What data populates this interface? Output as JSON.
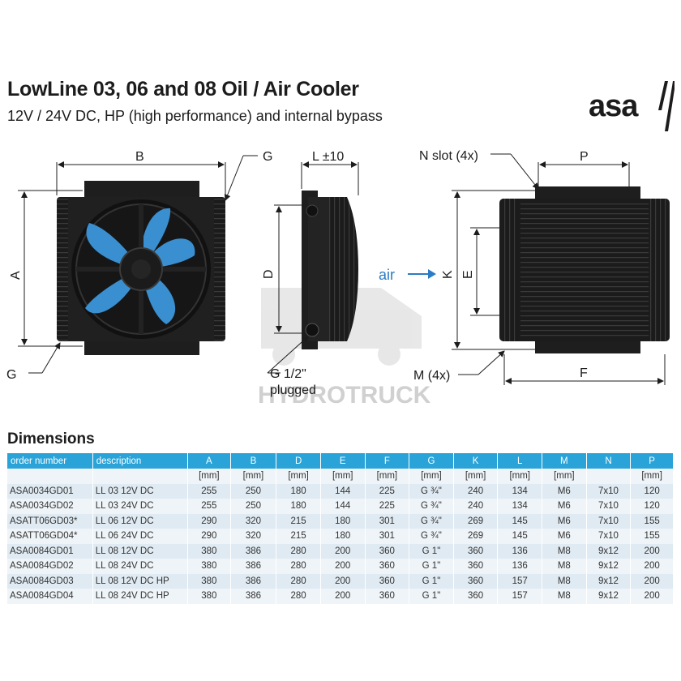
{
  "header": {
    "title": "LowLine 03, 06 and 08 Oil / Air Cooler",
    "subtitle": "12V / 24V DC, HP (high performance) and internal bypass",
    "logo_text": "asa"
  },
  "diagram": {
    "labels": {
      "B": "B",
      "G_top": "G",
      "L": "L ±10",
      "N_slot": "N slot (4x)",
      "P": "P",
      "A": "A",
      "D": "D",
      "air": "air",
      "K": "K",
      "E": "E",
      "G_bottom": "G",
      "G_plugged_1": "G 1/2\"",
      "G_plugged_2": "plugged",
      "M": "M (4x)",
      "F": "F"
    },
    "watermark": "HYDROTRUCK"
  },
  "dimensions": {
    "title": "Dimensions",
    "headers": [
      "order number",
      "description",
      "A",
      "B",
      "D",
      "E",
      "F",
      "G",
      "K",
      "L",
      "M",
      "N",
      "P"
    ],
    "units": [
      "",
      "",
      "[mm]",
      "[mm]",
      "[mm]",
      "[mm]",
      "[mm]",
      "[mm]",
      "[mm]",
      "[mm]",
      "[mm]",
      "",
      "[mm]"
    ],
    "rows": [
      [
        "ASA0034GD01",
        "LL 03 12V DC",
        "255",
        "250",
        "180",
        "144",
        "225",
        "G ¾\"",
        "240",
        "134",
        "M6",
        "7x10",
        "120"
      ],
      [
        "ASA0034GD02",
        "LL 03 24V DC",
        "255",
        "250",
        "180",
        "144",
        "225",
        "G ¾\"",
        "240",
        "134",
        "M6",
        "7x10",
        "120"
      ],
      [
        "ASATT06GD03*",
        "LL 06 12V DC",
        "290",
        "320",
        "215",
        "180",
        "301",
        "G ¾\"",
        "269",
        "145",
        "M6",
        "7x10",
        "155"
      ],
      [
        "ASATT06GD04*",
        "LL 06 24V DC",
        "290",
        "320",
        "215",
        "180",
        "301",
        "G ¾\"",
        "269",
        "145",
        "M6",
        "7x10",
        "155"
      ],
      [
        "ASA0084GD01",
        "LL 08 12V DC",
        "380",
        "386",
        "280",
        "200",
        "360",
        "G 1\"",
        "360",
        "136",
        "M8",
        "9x12",
        "200"
      ],
      [
        "ASA0084GD02",
        "LL 08 24V DC",
        "380",
        "386",
        "280",
        "200",
        "360",
        "G 1\"",
        "360",
        "136",
        "M8",
        "9x12",
        "200"
      ],
      [
        "ASA0084GD03",
        "LL 08 12V DC HP",
        "380",
        "386",
        "280",
        "200",
        "360",
        "G 1\"",
        "360",
        "157",
        "M8",
        "9x12",
        "200"
      ],
      [
        "ASA0084GD04",
        "LL 08 24V DC HP",
        "380",
        "386",
        "280",
        "200",
        "360",
        "G 1\"",
        "360",
        "157",
        "M8",
        "9x12",
        "200"
      ]
    ]
  },
  "colors": {
    "table_header": "#2aa3d8",
    "fan_blade": "#3a8fd0",
    "body_dark": "#1e1e1e",
    "air_arrow": "#2b7cc4"
  }
}
